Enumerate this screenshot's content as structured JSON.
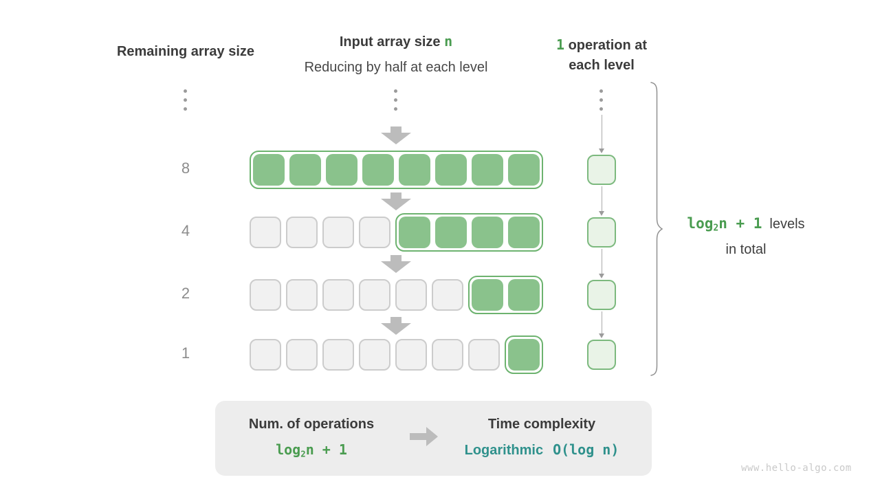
{
  "colors": {
    "green_text": "#4a9c50",
    "teal_text": "#2f918c",
    "cell_green": "#8ac28c",
    "green_border": "#6db36f",
    "cell_gray": "#f1f1f1",
    "cell_gray_border": "#cccccc",
    "op_box_fill": "#e9f3e7",
    "arrow_gray": "#bcbcbc",
    "dark_text": "#3b3b3b",
    "muted_text": "#8c8c8c",
    "summary_box_bg": "#ededed"
  },
  "header": {
    "left_title": "Remaining array size",
    "center_title_prefix": "Input array size ",
    "center_title_n": "n",
    "center_subtitle": "Reducing by half at each level",
    "right_num": "1",
    "right_rest": " operation at",
    "right_line2": "each level"
  },
  "rows": [
    {
      "label": "8",
      "gray_cells": 0,
      "green_cells": 8
    },
    {
      "label": "4",
      "gray_cells": 4,
      "green_cells": 4
    },
    {
      "label": "2",
      "gray_cells": 6,
      "green_cells": 2
    },
    {
      "label": "1",
      "gray_cells": 7,
      "green_cells": 1
    }
  ],
  "brace_label": {
    "formula_log": "log",
    "formula_sub": "2",
    "formula_rest": "n + 1",
    "text_line1": "levels",
    "text_line2": "in total"
  },
  "summary": {
    "left_title": "Num. of operations",
    "formula_log": "log",
    "formula_sub": "2",
    "formula_rest": "n + 1",
    "right_title": "Time complexity",
    "complexity_name": "Logarithmic",
    "complexity_notation": "O(log n)"
  },
  "watermark": "www.hello-algo.com"
}
